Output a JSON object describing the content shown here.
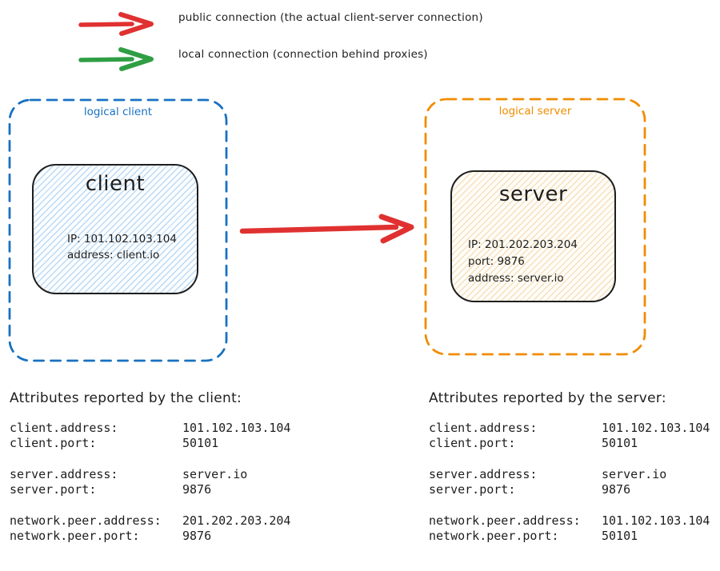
{
  "legend": {
    "items": [
      {
        "name": "public-connection",
        "color": "#e03131",
        "label": "public connection (the actual client-server connection)"
      },
      {
        "name": "local-connection",
        "color": "#2f9e44",
        "label": "local connection (connection behind proxies)"
      }
    ]
  },
  "diagram": {
    "logical_client": {
      "label": "logical client",
      "border_color": "#1971c2",
      "node": {
        "title": "client",
        "fill_color": "#a5d8ff",
        "lines": [
          "IP: 101.102.103.104",
          "address: client.io"
        ]
      }
    },
    "logical_server": {
      "label": "logical server",
      "border_color": "#f08c00",
      "node": {
        "title": "server",
        "fill_color": "#ffd8a8",
        "lines": [
          "IP: 201.202.203.204",
          "port: 9876",
          "address: server.io"
        ]
      }
    },
    "connection": {
      "type": "public",
      "color": "#e03131"
    }
  },
  "attributes": {
    "client": {
      "heading": "Attributes reported by the client:",
      "groups": [
        [
          {
            "key": "client.address:",
            "value": "101.102.103.104"
          },
          {
            "key": "client.port:",
            "value": "50101"
          }
        ],
        [
          {
            "key": "server.address:",
            "value": "server.io"
          },
          {
            "key": "server.port:",
            "value": "9876"
          }
        ],
        [
          {
            "key": "network.peer.address:",
            "value": "201.202.203.204"
          },
          {
            "key": "network.peer.port:",
            "value": "9876"
          }
        ]
      ]
    },
    "server": {
      "heading": "Attributes reported by the server:",
      "groups": [
        [
          {
            "key": "client.address:",
            "value": "101.102.103.104"
          },
          {
            "key": "client.port:",
            "value": "50101"
          }
        ],
        [
          {
            "key": "server.address:",
            "value": "server.io"
          },
          {
            "key": "server.port:",
            "value": "9876"
          }
        ],
        [
          {
            "key": "network.peer.address:",
            "value": "101.102.103.104"
          },
          {
            "key": "network.peer.port:",
            "value": "50101"
          }
        ]
      ]
    }
  }
}
